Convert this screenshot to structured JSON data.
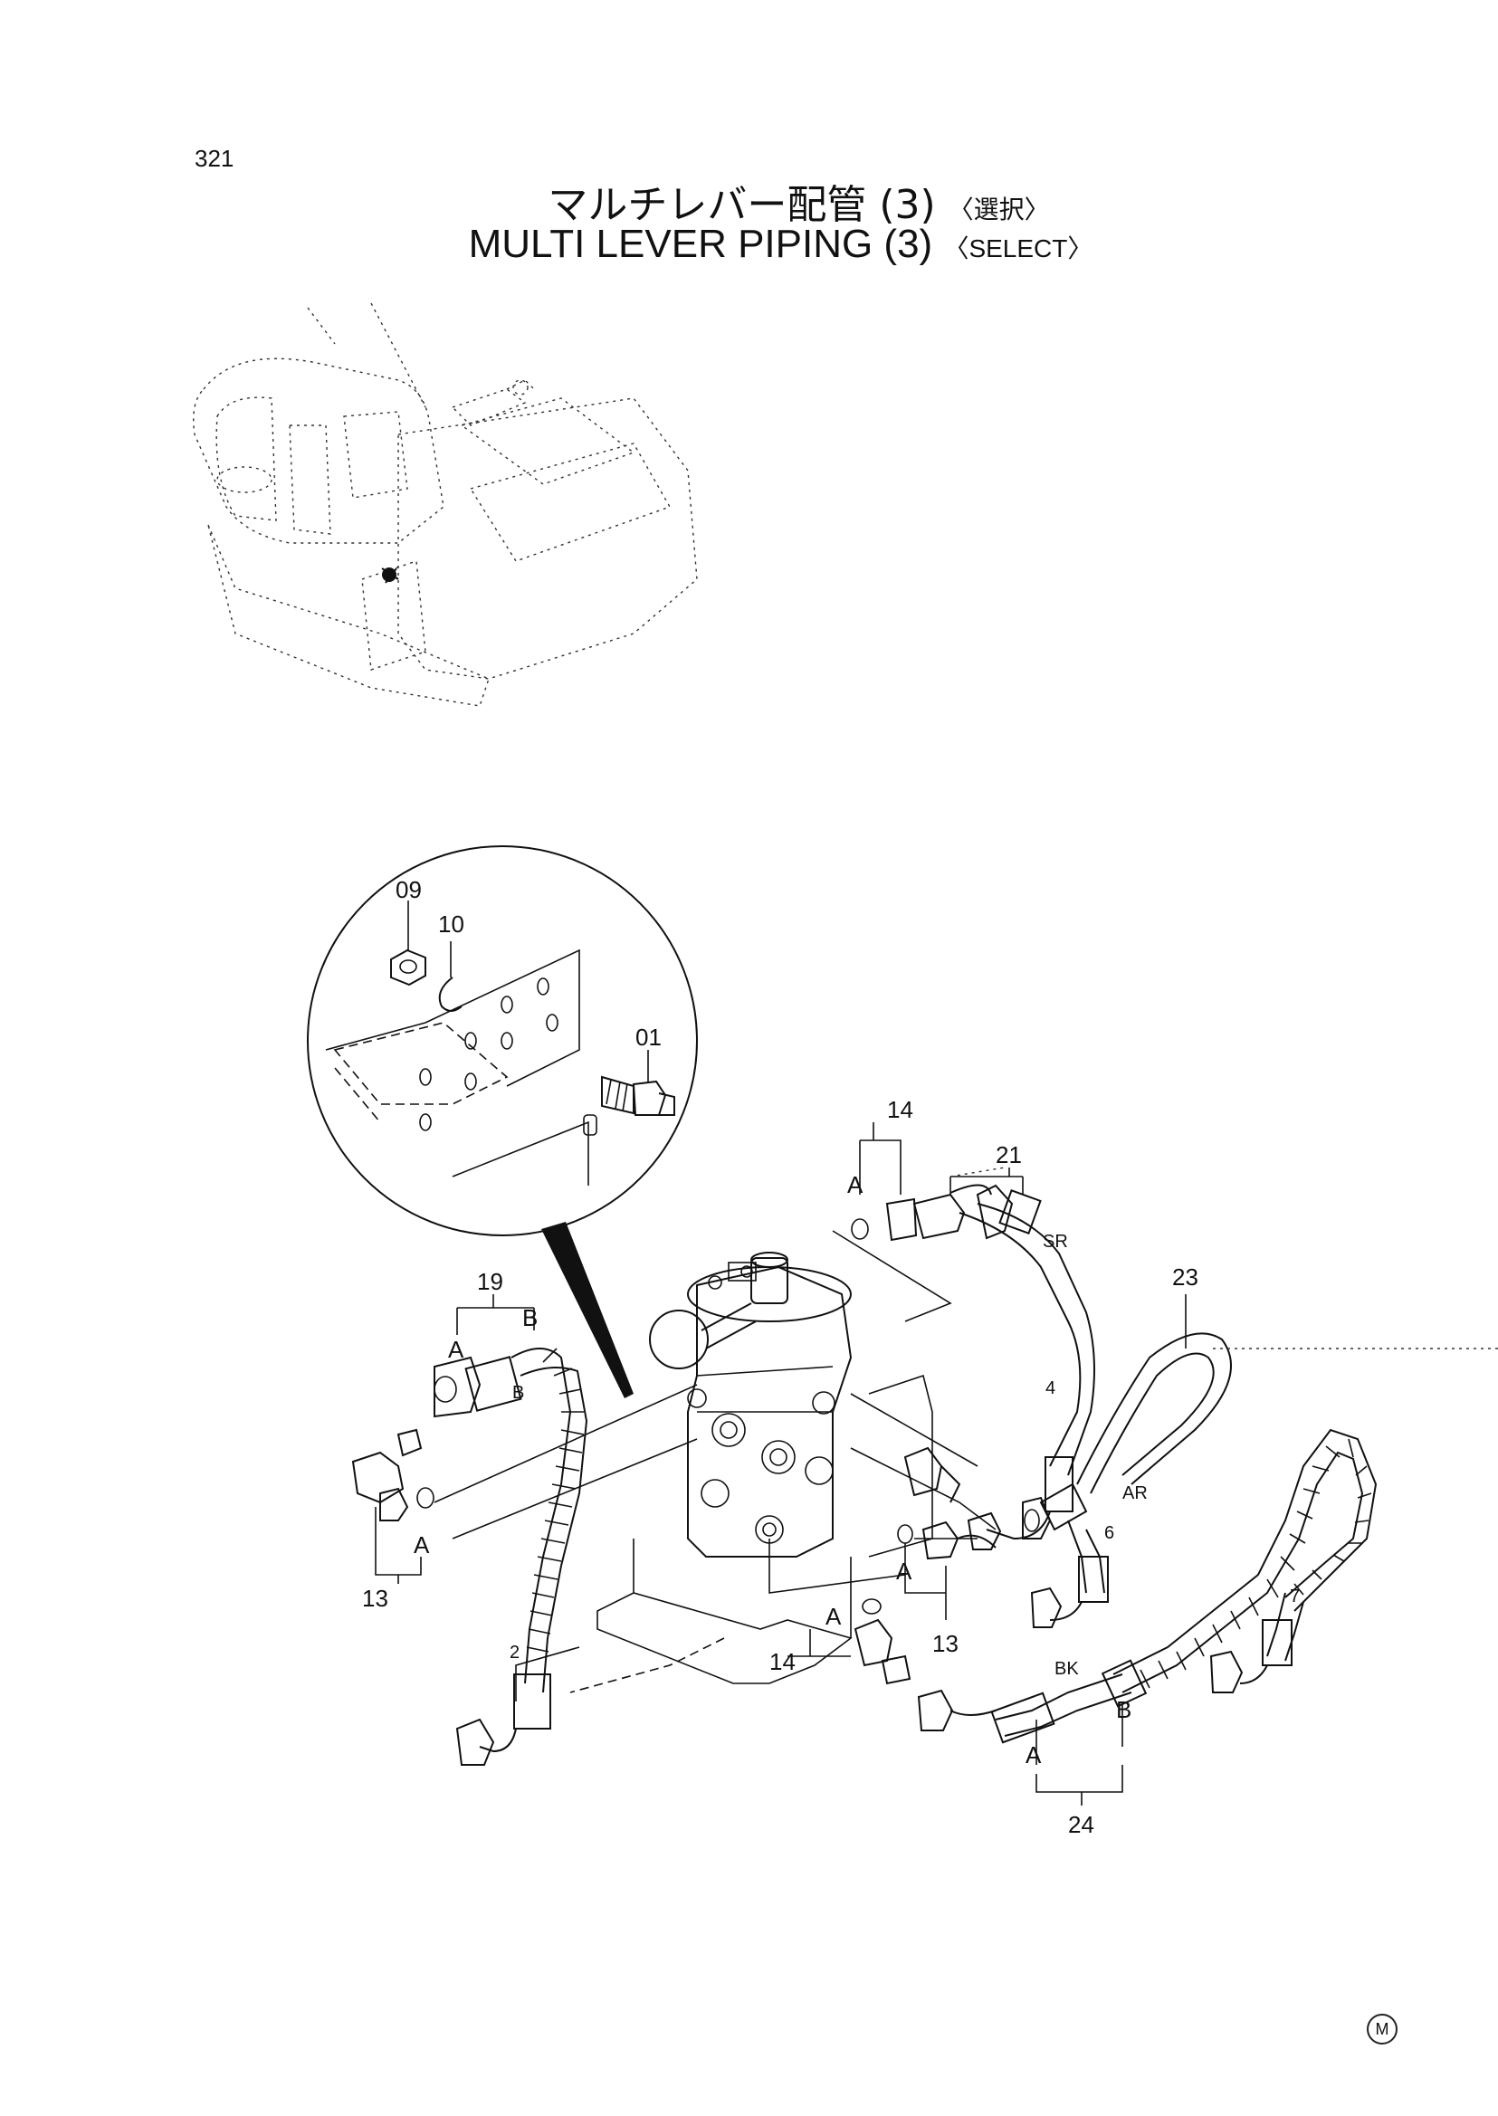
{
  "page": {
    "number": "321",
    "title_jp": "マルチレバー配管 (3)",
    "title_jp_suffix": "〈選択〉",
    "title_en": "MULTI LEVER PIPING (3)",
    "title_en_suffix": "〈SELECT〉",
    "footer_mark": "M"
  },
  "callouts": {
    "p09": "09",
    "p10": "10",
    "p01": "01",
    "p14a": "14",
    "p21": "21",
    "p23": "23",
    "p19": "19",
    "p13a": "13",
    "p13b": "13",
    "p14b": "14",
    "p24": "24",
    "h2": "2",
    "h4": "4",
    "h6": "6",
    "h7": "7"
  },
  "letters": {
    "A1": "A",
    "A2": "A",
    "A3": "A",
    "A4": "A",
    "A5": "A",
    "A6": "A",
    "B1": "B",
    "B2": "B",
    "B3": "B",
    "SR": "SR",
    "AR": "AR",
    "BK": "BK"
  }
}
